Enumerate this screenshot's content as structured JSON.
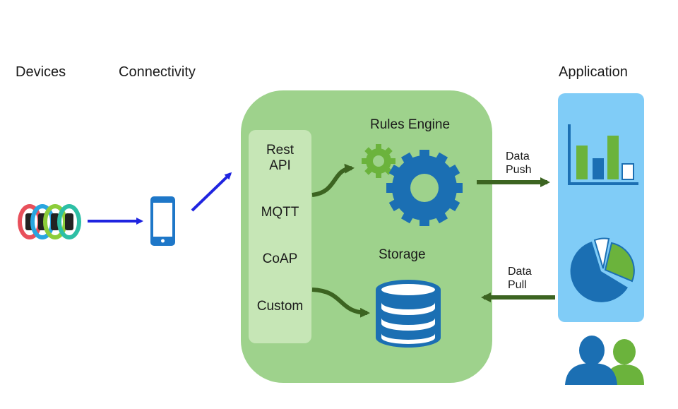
{
  "headers": {
    "devices": "Devices",
    "connectivity": "Connectivity",
    "application": "Application"
  },
  "platform": {
    "protocols": [
      "Rest API",
      "MQTT",
      "CoAP",
      "Custom"
    ],
    "rules_engine": "Rules Engine",
    "storage": "Storage"
  },
  "flows": {
    "data_push": [
      "Data",
      "Push"
    ],
    "data_pull": [
      "Data",
      "Pull"
    ]
  },
  "colors": {
    "platform_bg": "#9ed28c",
    "protocol_panel_bg": "#c6e6b6",
    "app_panel_bg": "#80ccf7",
    "connectivity_arrow": "#1f24e0",
    "flow_arrow": "#3c6421",
    "gear_blue": "#1b6fb3",
    "gear_green": "#6bb33c",
    "phone_blue": "#1e77c8"
  },
  "icons": [
    "fitness-band-icon",
    "smartphone-icon",
    "small-gear-icon",
    "large-gear-icon",
    "database-icon",
    "bar-chart-icon",
    "pie-chart-icon",
    "users-icon"
  ]
}
